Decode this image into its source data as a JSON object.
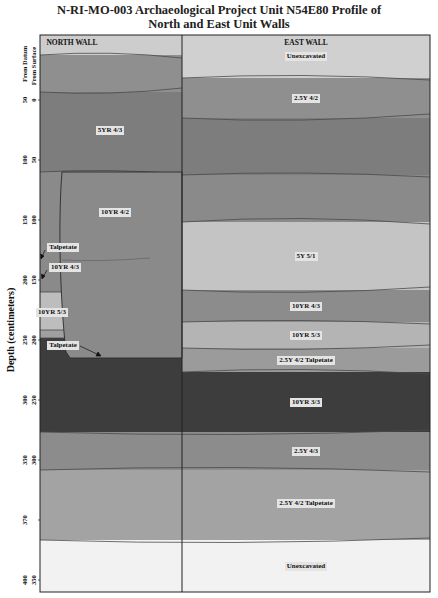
{
  "diagram": {
    "title": "N-RI-MO-003 Archaeological Project Unit N54E80 Profile of North and East Unit Walls",
    "nodes": [
      {
        "text": [
          "5YR 4/3"
        ]
      },
      {
        "text": [
          "10YR 4/2"
        ]
      },
      {
        "text": [
          "10YR 5/3"
        ]
      },
      {
        "text": [
          "Unexcavated"
        ]
      },
      {
        "text": [
          "2.5Y 4/2"
        ]
      },
      {
        "text": [
          "5Y 5/1"
        ]
      },
      {
        "text": [
          "10YR 4/3"
        ]
      },
      {
        "text": [
          "10YR 5/3"
        ]
      },
      {
        "text": [
          "2.5Y 4/2 Talpetate"
        ]
      },
      {
        "text": [
          "10YR 3/3"
        ]
      },
      {
        "text": [
          "2.5Y 4/3"
        ]
      },
      {
        "text": [
          "2.5Y 4/2 Talpetate"
        ]
      },
      {
        "text": [
          "Unexcavated"
        ]
      }
    ],
    "labels": [
      "From Datum",
      "From Surface",
      "Depth (centimeters)",
      "NORTH WALL",
      "EAST WALL",
      "Talpetate",
      "10YR 4/3",
      "Talpetate",
      "50",
      "0",
      "100",
      "50",
      "150",
      "100",
      "200",
      "150",
      "250",
      "200",
      "300",
      "250",
      "350",
      "300",
      "370",
      "400",
      "350"
    ]
  }
}
